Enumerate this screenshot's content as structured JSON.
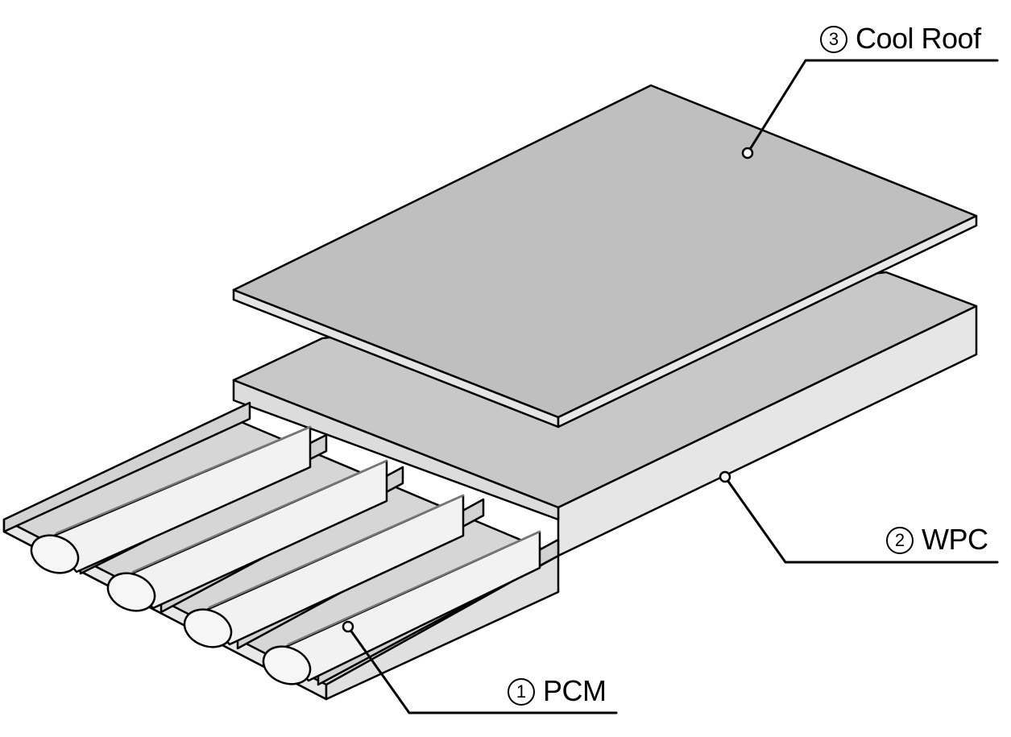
{
  "diagram": {
    "labels": [
      {
        "number": "3",
        "text": "Cool Roof"
      },
      {
        "number": "2",
        "text": "WPC"
      },
      {
        "number": "1",
        "text": "PCM"
      }
    ]
  }
}
